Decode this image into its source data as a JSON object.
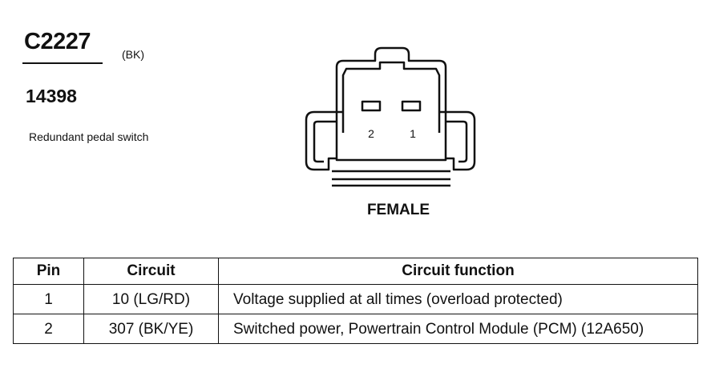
{
  "connector": {
    "id": "C2227",
    "color_code": "(BK)",
    "part_number": "14398",
    "description": "Redundant pedal switch",
    "gender": "FEMALE"
  },
  "pinout": {
    "pin_labels": [
      "2",
      "1"
    ]
  },
  "table": {
    "headers": [
      "Pin",
      "Circuit",
      "Circuit function"
    ],
    "rows": [
      {
        "pin": "1",
        "circuit": "10 (LG/RD)",
        "function": "Voltage supplied at all times (overload protected)"
      },
      {
        "pin": "2",
        "circuit": "307 (BK/YE)",
        "function": "Switched power, Powertrain Control Module (PCM) (12A650)"
      }
    ]
  }
}
